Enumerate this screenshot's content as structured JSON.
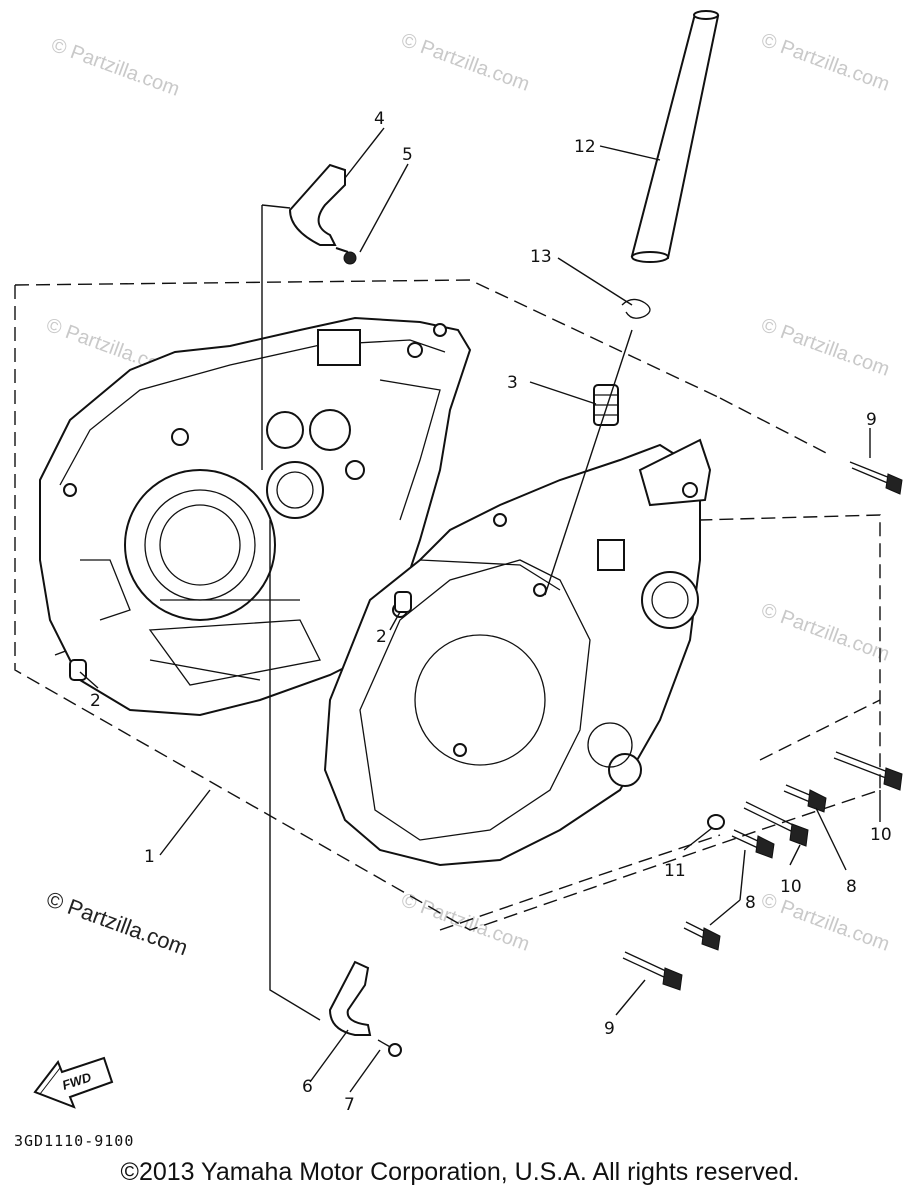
{
  "diagram": {
    "code": "3GD1110-9100",
    "fwd_label": "FWD",
    "callouts": {
      "c1": "1",
      "c2a": "2",
      "c2b": "2",
      "c3": "3",
      "c4": "4",
      "c5": "5",
      "c6": "6",
      "c7": "7",
      "c8a": "8",
      "c8b": "8",
      "c9a": "9",
      "c9b": "9",
      "c10a": "10",
      "c10b": "10",
      "c11": "11",
      "c12": "12",
      "c13": "13"
    }
  },
  "watermark": {
    "text": "© Partzilla.com",
    "main_text": "© Partzilla.com"
  },
  "footer": {
    "copyright": "©2013 Yamaha Motor Corporation, U.S.A. All rights reserved."
  }
}
